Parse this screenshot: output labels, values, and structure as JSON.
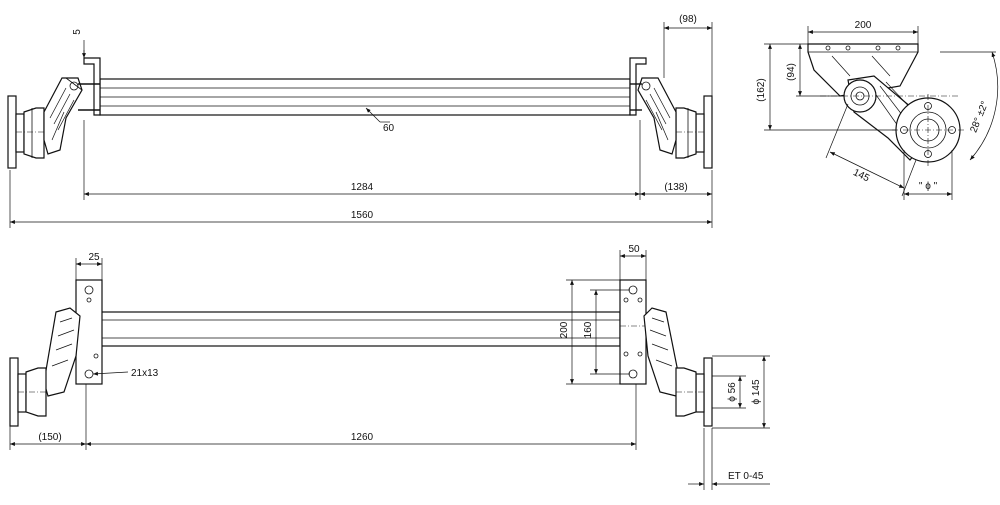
{
  "drawing": {
    "front_view": {
      "label_bracket_thickness": "5",
      "label_flange_offset": "(98)",
      "label_tube_callout": "60",
      "label_mount_span": "1284",
      "label_overhang": "(138)",
      "label_overall_width": "1560"
    },
    "side_view": {
      "label_bracket_width": "200",
      "label_axle_height": "(94)",
      "label_total_height": "(162)",
      "label_arm_length": "145",
      "label_arm_angle": "28° ±2°",
      "label_hub_diameter": "\" ϕ \""
    },
    "top_view": {
      "label_bracket_thickness": "25",
      "label_bracket_depth": "50",
      "label_hole_size": "21x13",
      "label_bracket_height_outer": "200",
      "label_bracket_height_inner": "160",
      "label_pcd_inner": "ϕ 56",
      "label_pcd_outer": "ϕ 145",
      "label_left_overhang": "(150)",
      "label_bracket_span": "1260",
      "label_offset": "ET 0-45"
    }
  }
}
